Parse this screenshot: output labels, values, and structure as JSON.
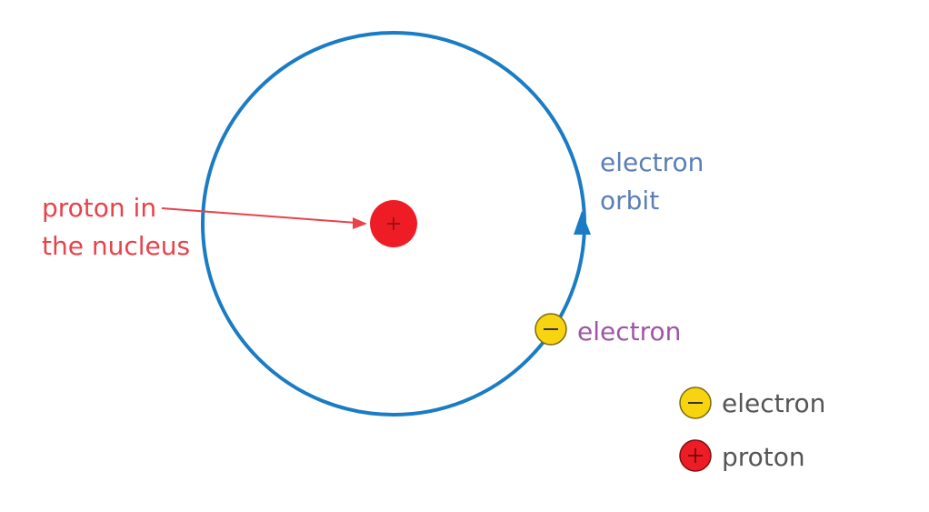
{
  "labels": {
    "proton_line1": "proton in",
    "proton_line2": "the nucleus",
    "orbit_line1": "electron",
    "orbit_line2": "orbit",
    "electron": "electron"
  },
  "legend": [
    {
      "symbol": "−",
      "label": "electron",
      "fill": "#f7d40f"
    },
    {
      "symbol": "+",
      "label": "proton",
      "fill": "#ee1c25"
    }
  ],
  "colors": {
    "orbit": "#1a7cc4",
    "proton_label": "#e8424a",
    "orbit_label": "#5b7fb5",
    "electron_label": "#a055a8",
    "legend_text": "#555555"
  }
}
